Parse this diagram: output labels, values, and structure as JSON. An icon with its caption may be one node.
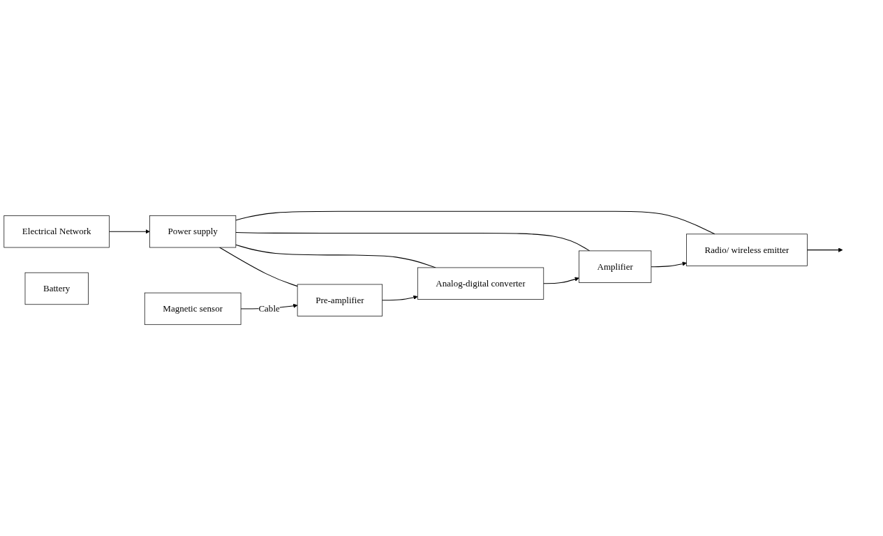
{
  "diagram": {
    "nodes": [
      {
        "text": [
          "Electrical Network"
        ]
      },
      {
        "text": [
          "Power supply"
        ]
      },
      {
        "text": [
          "Battery"
        ]
      },
      {
        "text": [
          "Pre-amplifier"
        ]
      },
      {
        "text": [
          "Analog-digital converter"
        ]
      },
      {
        "text": [
          "Amplifier"
        ]
      },
      {
        "text": [
          "Radio/ wireless emitter"
        ]
      },
      {
        "text": [
          "Magnetic sensor"
        ]
      }
    ],
    "edges": [
      {
        "from": 0,
        "to": 1,
        "arrow": "to"
      },
      {
        "from": 1,
        "to": 3,
        "arrow": "none"
      },
      {
        "from": 1,
        "to": 4,
        "arrow": "none"
      },
      {
        "from": 1,
        "to": 5,
        "arrow": "none"
      },
      {
        "from": 1,
        "to": 6,
        "arrow": "none"
      },
      {
        "from": 3,
        "to": 4,
        "arrow": "to"
      },
      {
        "from": 4,
        "to": 5,
        "arrow": "to"
      },
      {
        "from": 5,
        "to": 6,
        "arrow": "to"
      },
      {
        "from": 6,
        "to": null,
        "arrow": "to"
      },
      {
        "from": 7,
        "to": 3,
        "arrow": "to",
        "label": "Cable"
      }
    ]
  }
}
